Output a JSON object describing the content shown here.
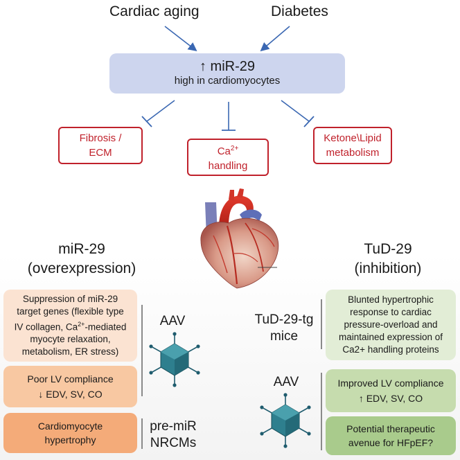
{
  "top": {
    "cardiac_aging": "Cardiac aging",
    "diabetes": "Diabetes"
  },
  "mir29": {
    "arrow_symbol": "↑",
    "title": "miR-29",
    "subtitle": "high in cardiomyocytes"
  },
  "targets": {
    "fibrosis_line1": "Fibrosis /",
    "fibrosis_line2": "ECM",
    "ca_main": "Ca",
    "ca_sup": "2+",
    "ca_line2": "handling",
    "ketone_line1": "Ketone\\Lipid",
    "ketone_line2": "metabolism"
  },
  "left": {
    "heading_line1": "miR-29",
    "heading_line2": "(overexpression)",
    "box1": {
      "l1": "Suppression of miR-29",
      "l2": "target genes (flexible type",
      "l3_a": "IV collagen, Ca",
      "l3_sup": "2+",
      "l3_b": "-mediated",
      "l4": "myocyte relaxation,",
      "l5": "metabolism, ER stress)"
    },
    "box2": {
      "l1": "Poor LV compliance",
      "arrow": "↓",
      "l2": "EDV, SV, CO"
    },
    "box3": {
      "l1": "Cardiomyocyte",
      "l2": "hypertrophy"
    },
    "aav": "AAV",
    "premir_l1": "pre-miR",
    "premir_l2": "NRCMs"
  },
  "right": {
    "heading_line1": "TuD-29",
    "heading_line2": "(inhibition)",
    "box1": {
      "l1": "Blunted hypertrophic",
      "l2": "response to cardiac",
      "l3": "pressure-overload and",
      "l4": "maintained expression of",
      "l5": "Ca2+ handling proteins"
    },
    "box2": {
      "l1": "Improved LV compliance",
      "arrow": "↑",
      "l2": "EDV, SV, CO"
    },
    "box3": {
      "l1": "Potential therapeutic",
      "l2": "avenue for HFpEF?"
    },
    "tud_l1": "TuD-29-tg",
    "tud_l2": "mice",
    "aav": "AAV"
  },
  "colors": {
    "arrow_blue": "#3a67b2",
    "red": "#c0212b",
    "main_box": "#cdd5ee"
  }
}
